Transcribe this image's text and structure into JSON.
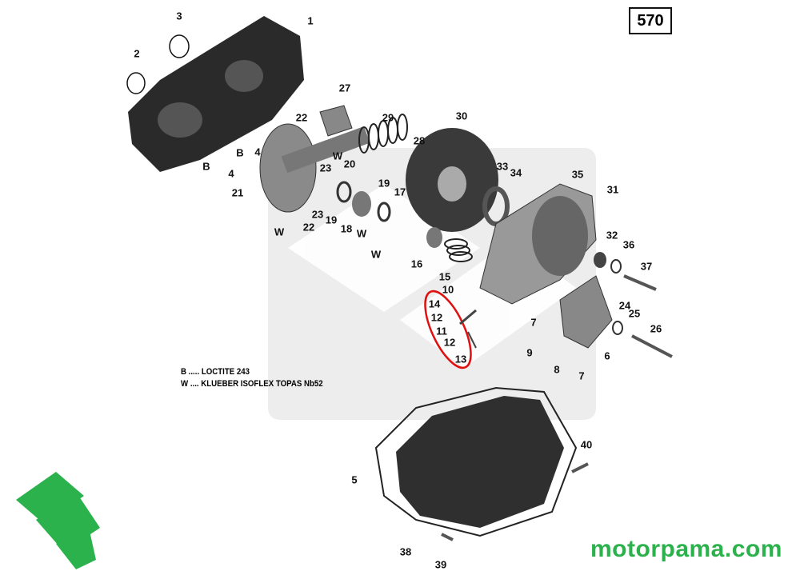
{
  "page_number": "570",
  "legend": [
    {
      "code": "B",
      "text": "B ..... LOCTITE 243"
    },
    {
      "code": "W",
      "text": "W .... KLUEBER ISOFLEX TOPAS Nb52"
    }
  ],
  "site": "motorpama.com",
  "colors": {
    "brand_green": "#2bb24c",
    "highlight_red": "#e01010",
    "part_dark": "#2a2a2a",
    "watermark": "#ececec"
  },
  "callouts": [
    "1",
    "3",
    "2",
    "27",
    "29",
    "30",
    "22",
    "28",
    "W",
    "B",
    "4",
    "B",
    "4",
    "23",
    "20",
    "33",
    "34",
    "35",
    "31",
    "21",
    "19",
    "17",
    "19",
    "23",
    "22",
    "W",
    "18",
    "W",
    "16",
    "W",
    "15",
    "10",
    "32",
    "36",
    "37",
    "14",
    "12",
    "11",
    "12",
    "13",
    "7",
    "24",
    "25",
    "26",
    "9",
    "6",
    "8",
    "7",
    "40",
    "5",
    "38",
    "39"
  ],
  "highlighted_group": [
    "14",
    "12",
    "11",
    "12",
    "13"
  ]
}
